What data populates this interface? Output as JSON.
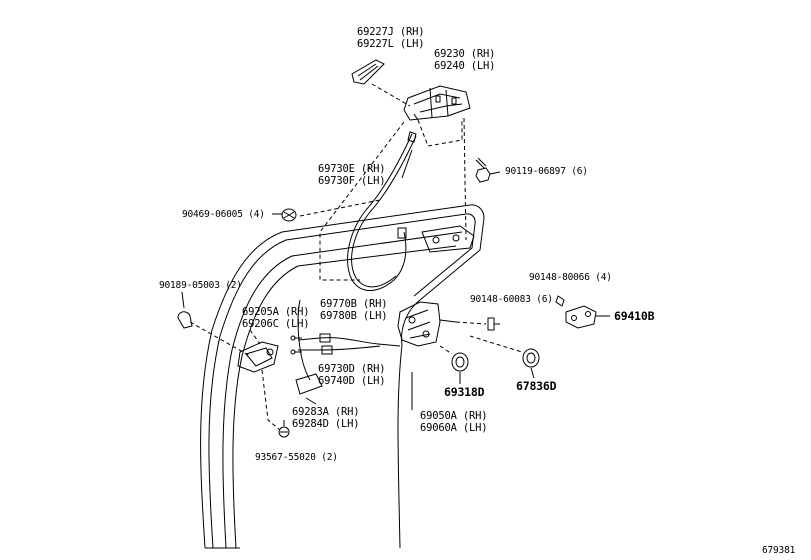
{
  "diagram_id": "679381",
  "labels": {
    "p69227j": "69227J (RH)",
    "p69227l": "69227L (LH)",
    "p69230": "69230 (RH)",
    "p69240": "69240 (LH)",
    "p69730e": "69730E (RH)",
    "p69730f": "69730F (LH)",
    "p90119": "90119-06897 (6)",
    "p90469": "90469-06005 (4)",
    "p90189": "90189-05003 (2)",
    "p69770b": "69770B (RH)",
    "p69780b": "69780B (LH)",
    "p69205a": "69205A (RH)",
    "p69206c": "69206C (LH)",
    "p69730d": "69730D (RH)",
    "p69740d": "69740D (LH)",
    "p69283a": "69283A (RH)",
    "p69284d": "69284D (LH)",
    "p93567": "93567-55020 (2)",
    "p90148_80066": "90148-80066 (4)",
    "p90148_60083": "90148-60083 (6)",
    "p69410b": "69410B",
    "p67836d": "67836D",
    "p69318d": "69318D",
    "p69050a": "69050A (RH)",
    "p69060a": "69060A (LH)"
  }
}
